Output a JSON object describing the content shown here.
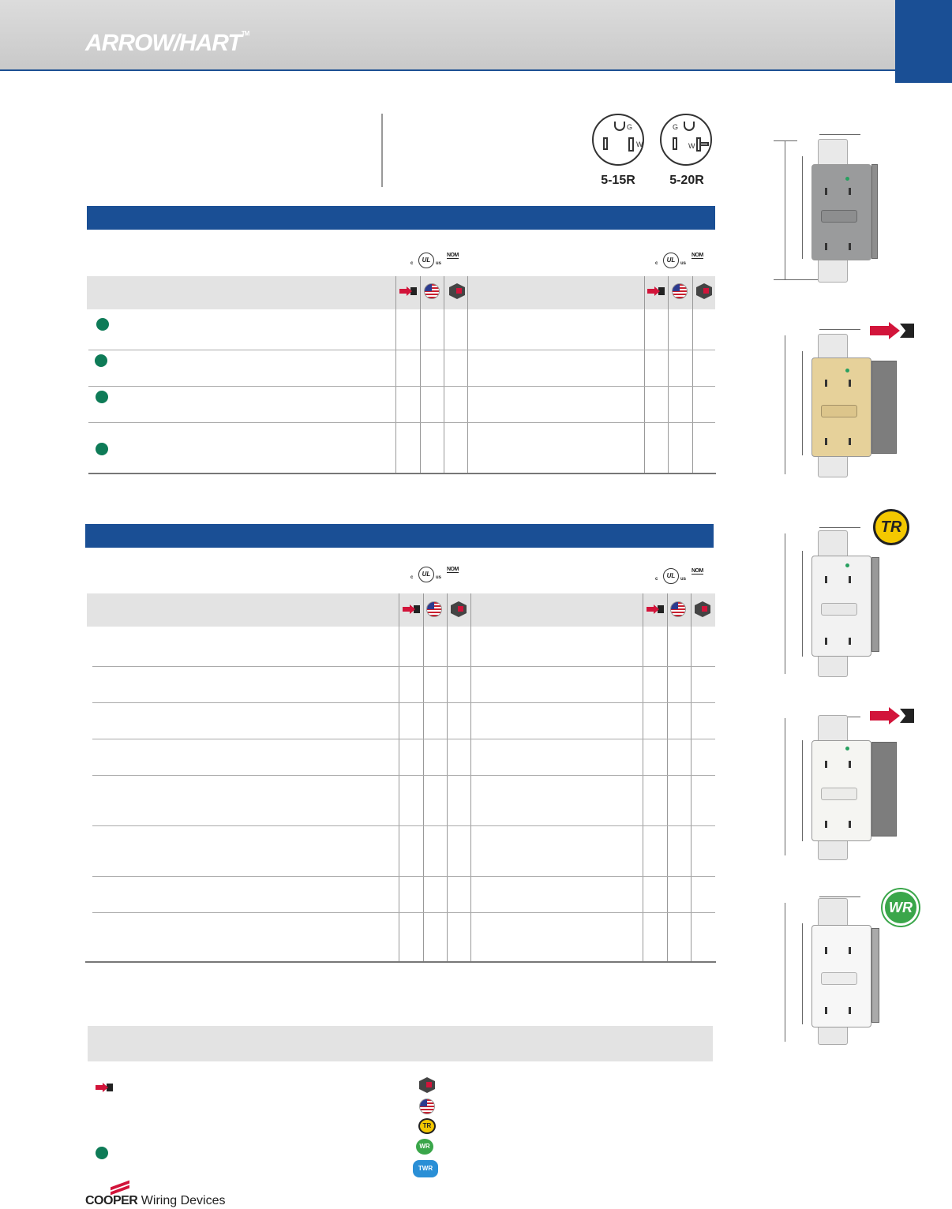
{
  "header": {
    "brand_logo": "ARROW/HART",
    "trademark": "TM"
  },
  "receptacles": [
    {
      "label": "5-15R",
      "ground": "G",
      "neutral": "W"
    },
    {
      "label": "5-20R",
      "ground": "G",
      "neutral": "W"
    }
  ],
  "certifications": {
    "ul_c": "c",
    "ul": "UL",
    "ul_us": "us",
    "nom": "NOM"
  },
  "icons": {
    "arrow": "red-arrow-icon",
    "flag": "us-flag-icon",
    "cube": "cube-icon",
    "dot": "green-dot-icon",
    "tr": "tamper-resistant-badge",
    "wr": "weather-resistant-badge",
    "twr": "tamper-weather-resistant-badge"
  },
  "badges": {
    "tr": "TR",
    "wr": "WR",
    "twr": "TWR"
  },
  "colors": {
    "brand_blue": "#1a4f95",
    "accent_red": "#d2143a",
    "green_dot": "#0e7b57",
    "header_gray": "#e3e3e3"
  },
  "footer": {
    "company": "COOPER",
    "division": "Wiring Devices"
  }
}
